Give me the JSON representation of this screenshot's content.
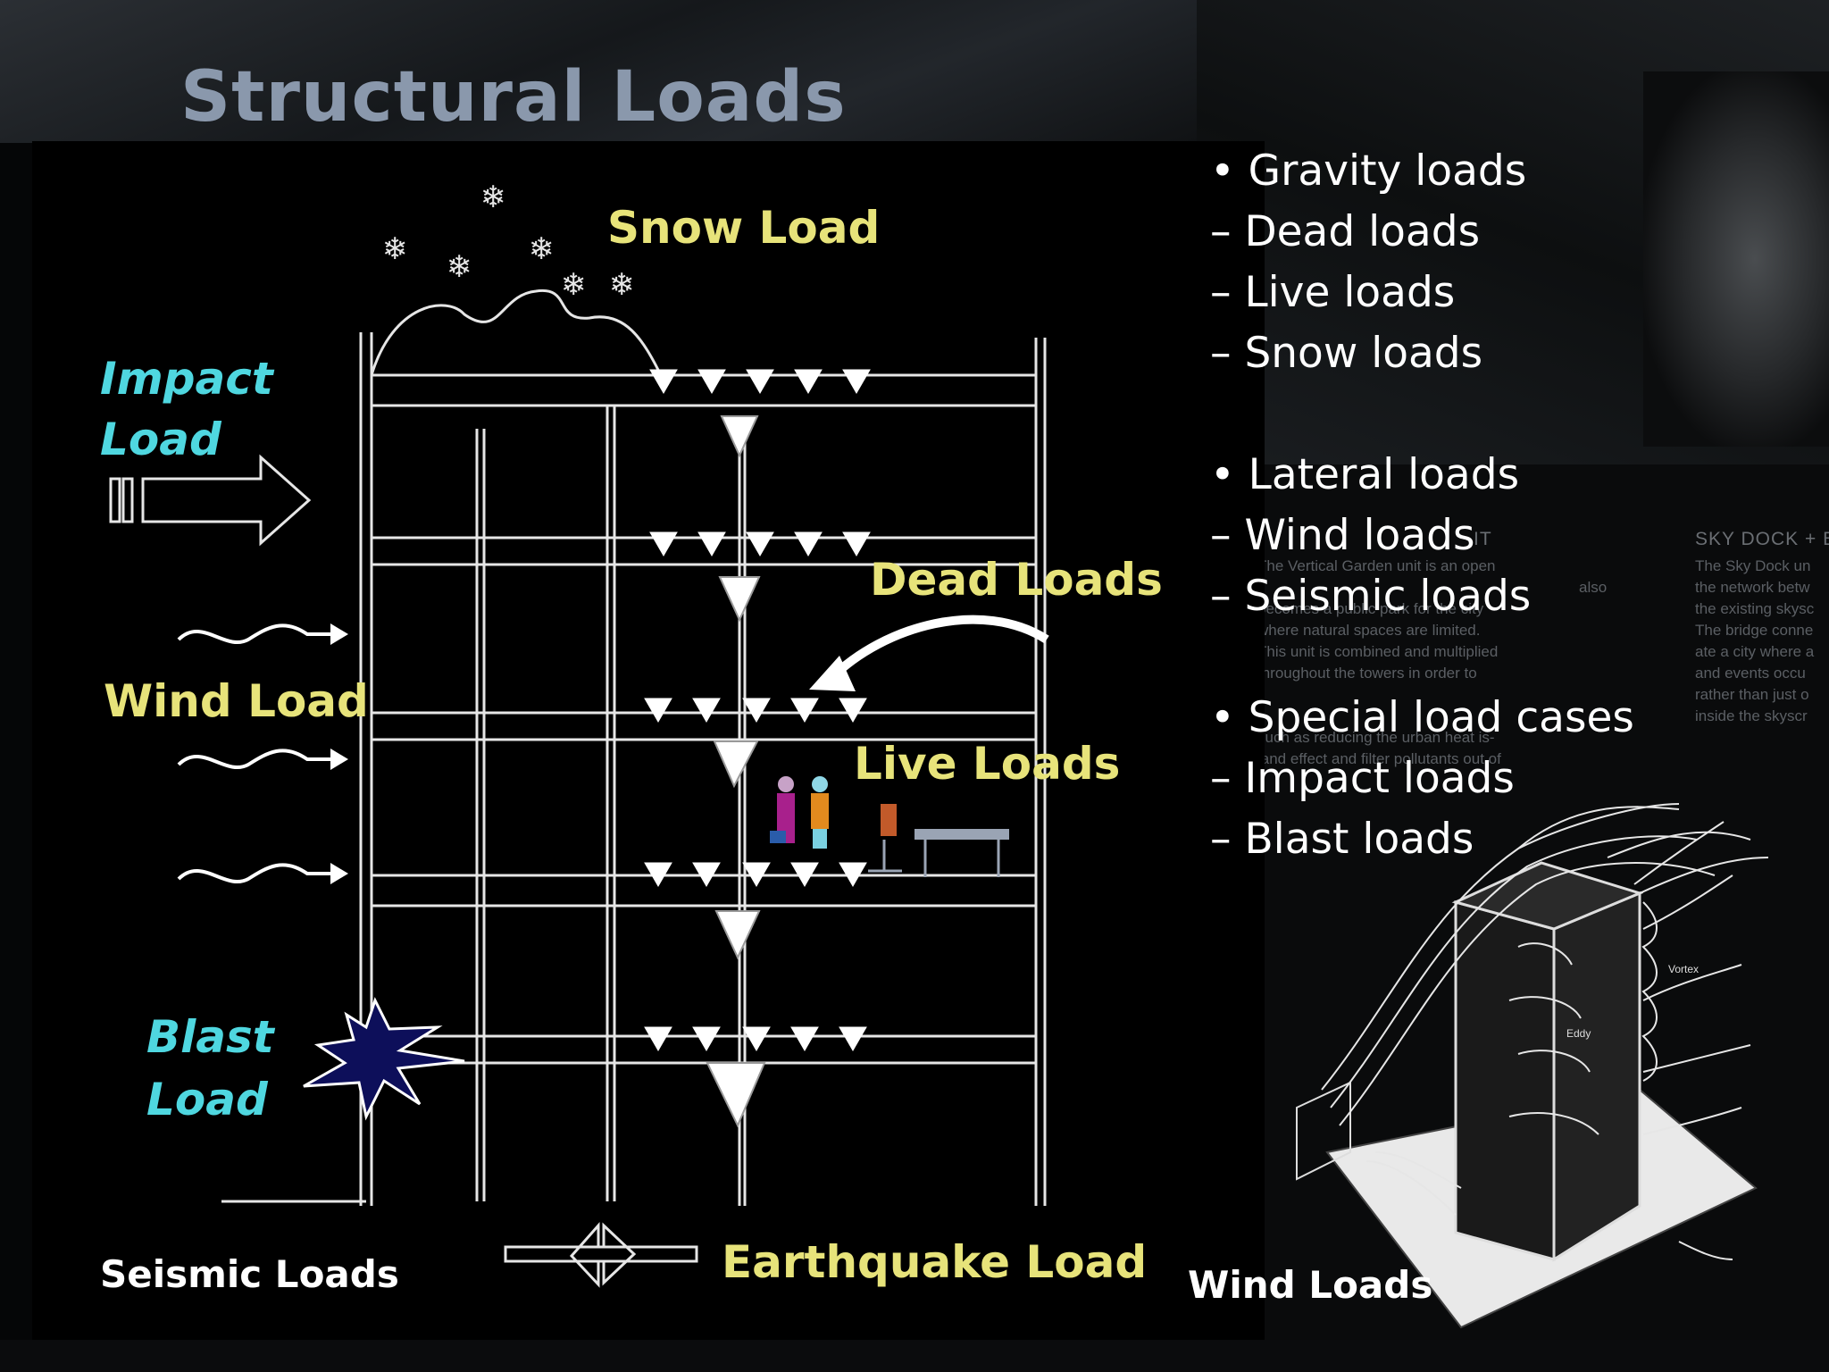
{
  "title": "Structural Loads",
  "diagram_labels": {
    "snow": "Snow Load",
    "impact_line1": "Impact",
    "impact_line2": "Load",
    "wind": "Wind Load",
    "dead": "Dead Loads",
    "live": "Live Loads",
    "blast_line1": "Blast",
    "blast_line2": "Load",
    "seismic": "Seismic Loads",
    "earthquake": "Earthquake Load",
    "wind_loads_caption": "Wind Loads",
    "vortex": "Vortex",
    "eddy": "Eddy"
  },
  "bullets": {
    "gravity": "• Gravity loads",
    "dead": "– Dead loads",
    "live": "– Live loads",
    "snow": "– Snow loads",
    "lateral": "• Lateral loads",
    "wind": "– Wind loads",
    "seismic": "– Seismic loads",
    "special": "• Special load cases",
    "impact": "– Impact loads",
    "blast": "– Blast loads"
  },
  "background_text": {
    "left_heading": "IT",
    "left_lines": [
      "The Vertical Garden unit is an open",
      "also",
      "becomes a public park for the city",
      "where natural spaces are limited.",
      "This unit is combined and multiplied",
      "throughout the towers in order to",
      "such as reducing the urban heat is-",
      "land effect and filter pollutants out of"
    ],
    "right_heading": "SKY DOCK + B",
    "right_lines": [
      "The Sky Dock un",
      "the network betw",
      "the existing skysc",
      "The bridge conne",
      "ate a city where a",
      "and events occu",
      "rather than just o",
      "inside the skyscr"
    ]
  },
  "colors": {
    "title": "#8a98ac",
    "yellow_label": "#e7e37a",
    "cyan_label": "#4fd7e0",
    "structure_line": "#e6e6e6"
  }
}
